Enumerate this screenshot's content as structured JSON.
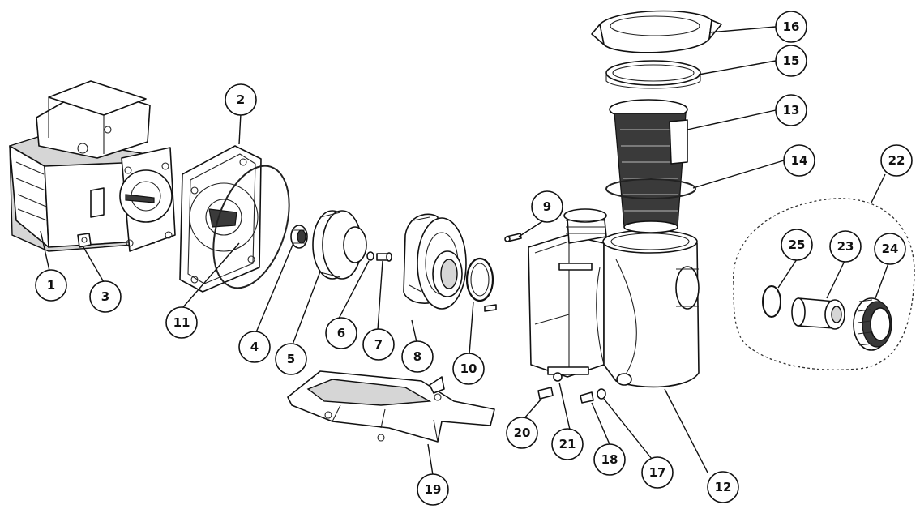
{
  "diagram": {
    "type": "exploded-parts-view",
    "callouts": [
      "1",
      "2",
      "3",
      "4",
      "5",
      "6",
      "7",
      "8",
      "9",
      "10",
      "11",
      "12",
      "13",
      "14",
      "15",
      "16",
      "17",
      "18",
      "19",
      "20",
      "21",
      "22",
      "23",
      "24",
      "25"
    ],
    "colors": {
      "line": "#111111",
      "background": "#ffffff",
      "shading": "#d6d6d6"
    }
  }
}
